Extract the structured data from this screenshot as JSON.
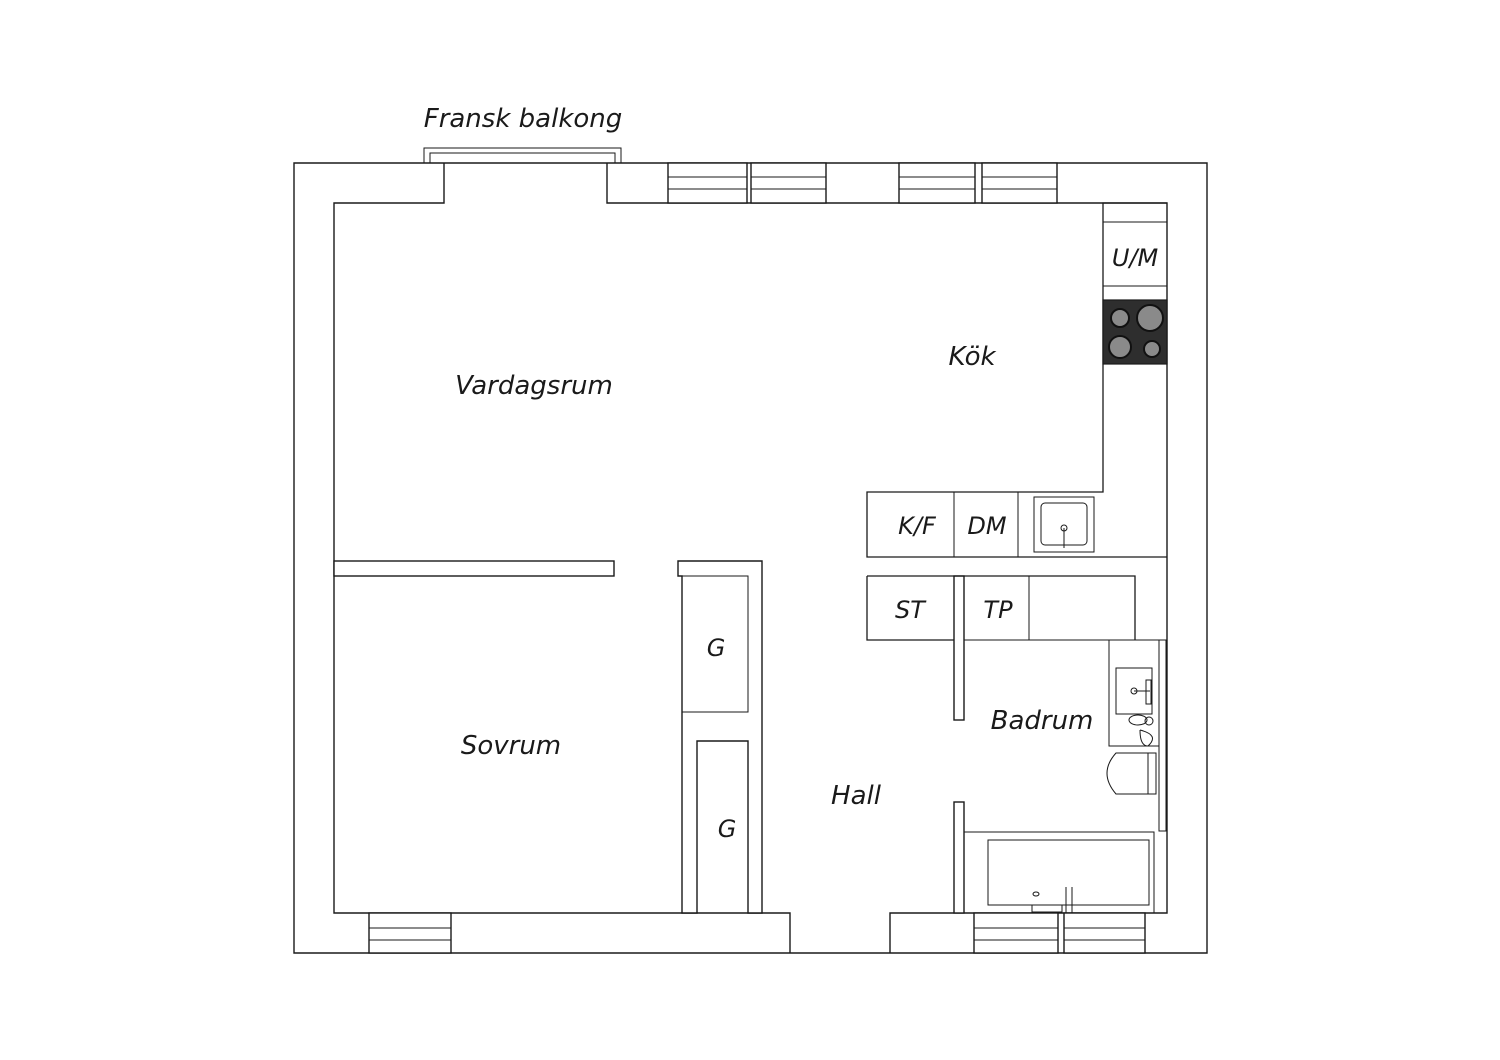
{
  "plan": {
    "balcony_label": "Fransk balkong",
    "rooms": {
      "living": "Vardagsrum",
      "kitchen": "Kök",
      "bedroom": "Sovrum",
      "hall": "Hall",
      "bathroom": "Badrum"
    },
    "fixtures": {
      "washer_microwave": "U/M",
      "fridge_freezer": "K/F",
      "dishwasher": "DM",
      "storage": "ST",
      "dryer": "TP",
      "closet_1": "G",
      "closet_2": "G"
    }
  },
  "colors": {
    "line": "#1a1a1a",
    "background": "#ffffff",
    "hob": "#2e2e2e"
  }
}
